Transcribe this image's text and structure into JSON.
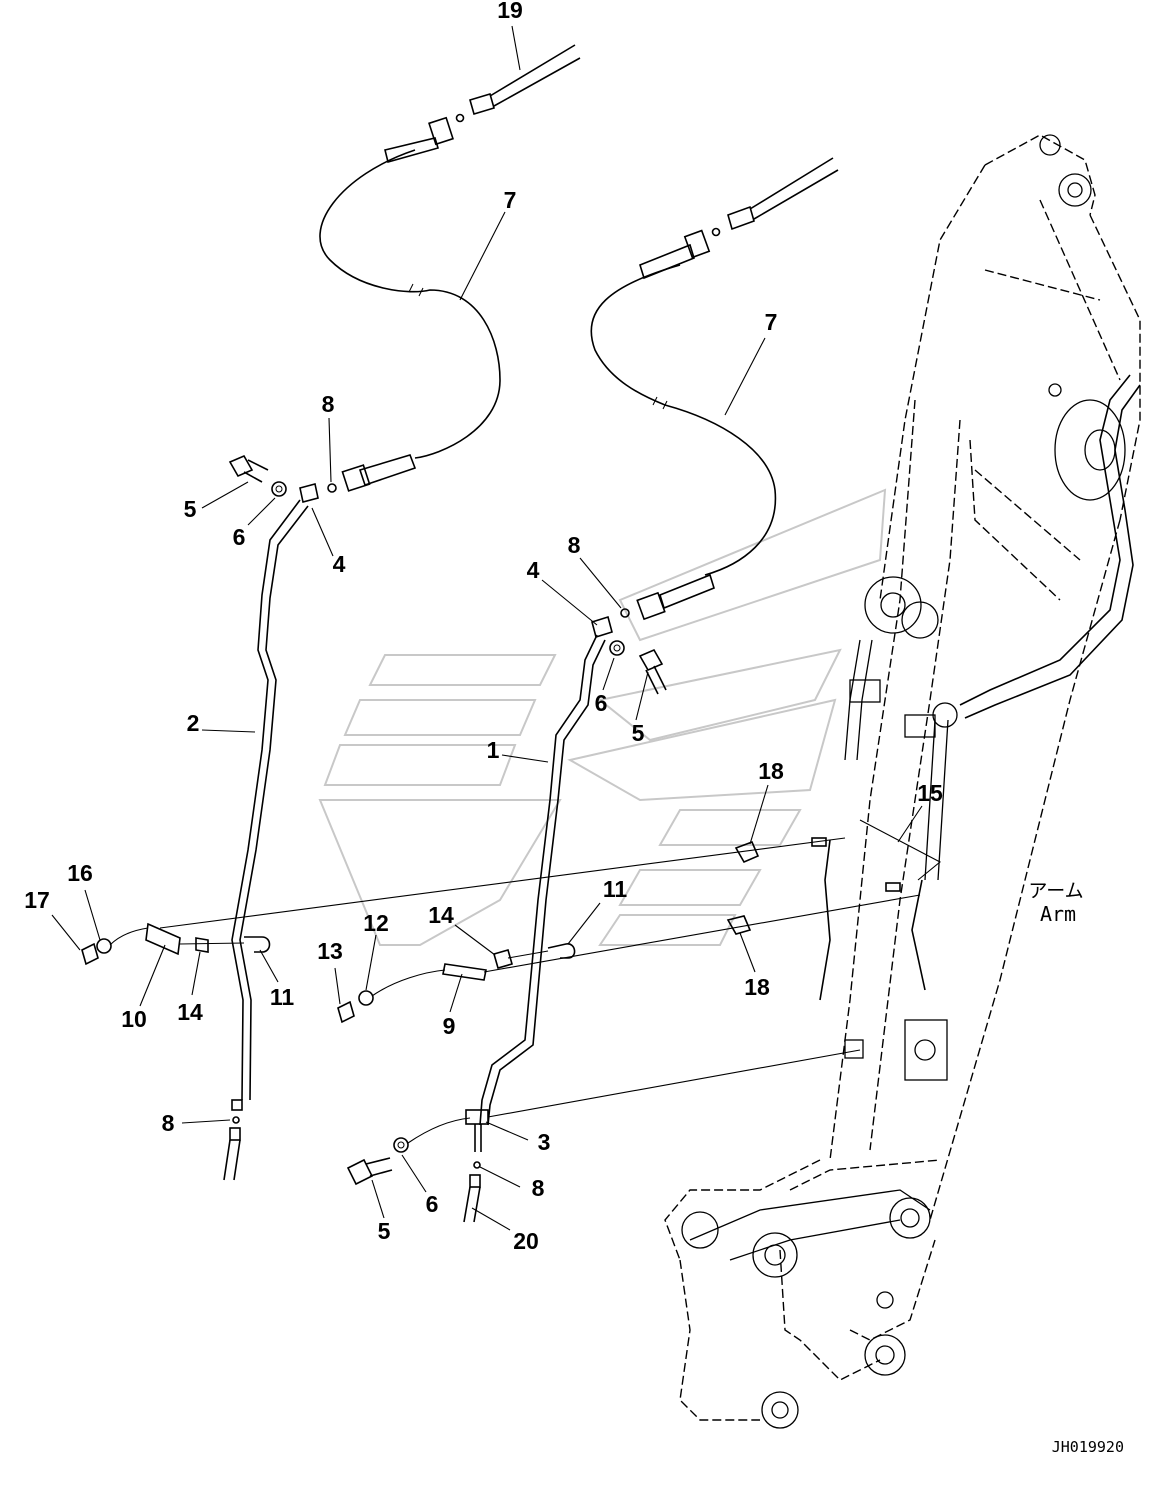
{
  "diagram": {
    "arm_label_jp": "アーム",
    "arm_label_en": "Arm",
    "document_id": "JH019920"
  },
  "callouts": [
    {
      "id": "c19",
      "text": "19"
    },
    {
      "id": "c7a",
      "text": "7"
    },
    {
      "id": "c7b",
      "text": "7"
    },
    {
      "id": "c8a",
      "text": "8"
    },
    {
      "id": "c5a",
      "text": "5"
    },
    {
      "id": "c6a",
      "text": "6"
    },
    {
      "id": "c4a",
      "text": "4"
    },
    {
      "id": "c8b",
      "text": "8"
    },
    {
      "id": "c4b",
      "text": "4"
    },
    {
      "id": "c6b",
      "text": "6"
    },
    {
      "id": "c5b",
      "text": "5"
    },
    {
      "id": "c2",
      "text": "2"
    },
    {
      "id": "c1",
      "text": "1"
    },
    {
      "id": "c18a",
      "text": "18"
    },
    {
      "id": "c15",
      "text": "15"
    },
    {
      "id": "c16",
      "text": "16"
    },
    {
      "id": "c17",
      "text": "17"
    },
    {
      "id": "c11a",
      "text": "11"
    },
    {
      "id": "c14a",
      "text": "14"
    },
    {
      "id": "c12",
      "text": "12"
    },
    {
      "id": "c13",
      "text": "13"
    },
    {
      "id": "c10",
      "text": "10"
    },
    {
      "id": "c14b",
      "text": "14"
    },
    {
      "id": "c11b",
      "text": "11"
    },
    {
      "id": "c9",
      "text": "9"
    },
    {
      "id": "c18b",
      "text": "18"
    },
    {
      "id": "c8c",
      "text": "8"
    },
    {
      "id": "c3",
      "text": "3"
    },
    {
      "id": "c8d",
      "text": "8"
    },
    {
      "id": "c6c",
      "text": "6"
    },
    {
      "id": "c5c",
      "text": "5"
    },
    {
      "id": "c20",
      "text": "20"
    }
  ]
}
